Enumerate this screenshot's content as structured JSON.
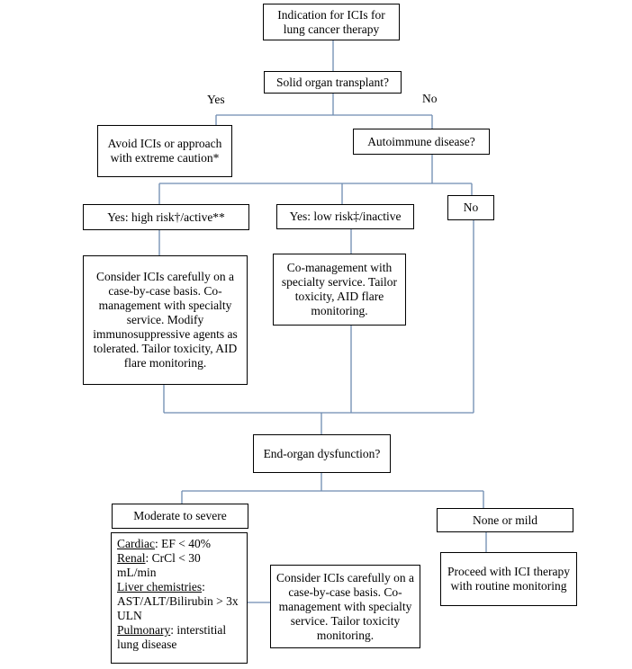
{
  "nodes": {
    "indication": "Indication for ICIs for lung cancer therapy",
    "transplant": "Solid organ transplant?",
    "avoid": "Avoid ICIs or approach with extreme caution*",
    "autoimmune": "Autoimmune disease?",
    "high_risk": "Yes: high risk†/active**",
    "low_risk": "Yes: low risk‡/inactive",
    "no_aid": "No",
    "consider_high": "Consider ICIs carefully on a case-by-case basis. Co-management with specialty service. Modify immunosuppressive agents as tolerated. Tailor toxicity, AID flare monitoring.",
    "comanage_low": "Co-management with specialty service. Tailor toxicity, AID flare monitoring.",
    "end_organ": "End-organ dysfunction?",
    "moderate_severe": "Moderate to severe",
    "none_mild": "None or mild",
    "proceed": "Proceed with ICI therapy with routine monitoring",
    "consider_organ": "Consider ICIs carefully on a case-by-case basis. Co-management with specialty service. Tailor toxicity monitoring."
  },
  "criteria": [
    {
      "organ": "Cardiac",
      "detail": ": EF < 40%"
    },
    {
      "organ": "Renal",
      "detail": ": CrCl < 30 mL/min"
    },
    {
      "organ": "Liver chemistries",
      "detail": ": AST/ALT/Bilirubin > 3x ULN"
    },
    {
      "organ": "Pulmonary",
      "detail": ": interstitial lung disease"
    }
  ],
  "edge_labels": {
    "yes": "Yes",
    "no": "No"
  },
  "colors": {
    "connector": "#6e8bb0",
    "border": "#000000"
  }
}
